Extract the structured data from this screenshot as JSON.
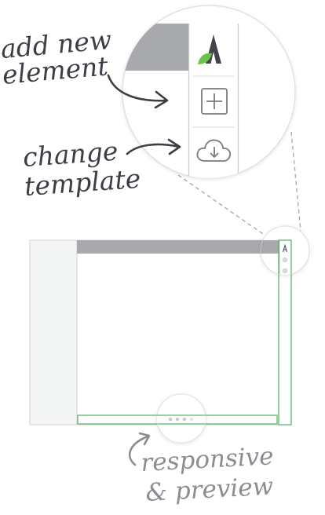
{
  "annotations": {
    "add_new": {
      "line1": "add new",
      "line2": "element"
    },
    "change": {
      "line1": "change",
      "line2": "template"
    },
    "responsive": {
      "line1": "responsive",
      "line2": "& preview"
    }
  },
  "icons": {
    "logo": "logo-a-leaf-icon",
    "add": "plus-square-icon",
    "template": "cloud-download-icon"
  },
  "colors": {
    "ink": "#3b3e45",
    "ink_light": "#8a8d92",
    "green_frame": "#5fb36a",
    "leaf": "#6cc24a",
    "header_grey": "#a7a9ac",
    "panel_grey": "#f3f4f4",
    "border_grey": "#cfd1d3"
  },
  "mockup": {
    "toolbar_dots": 2,
    "bottom_dots": 4
  }
}
